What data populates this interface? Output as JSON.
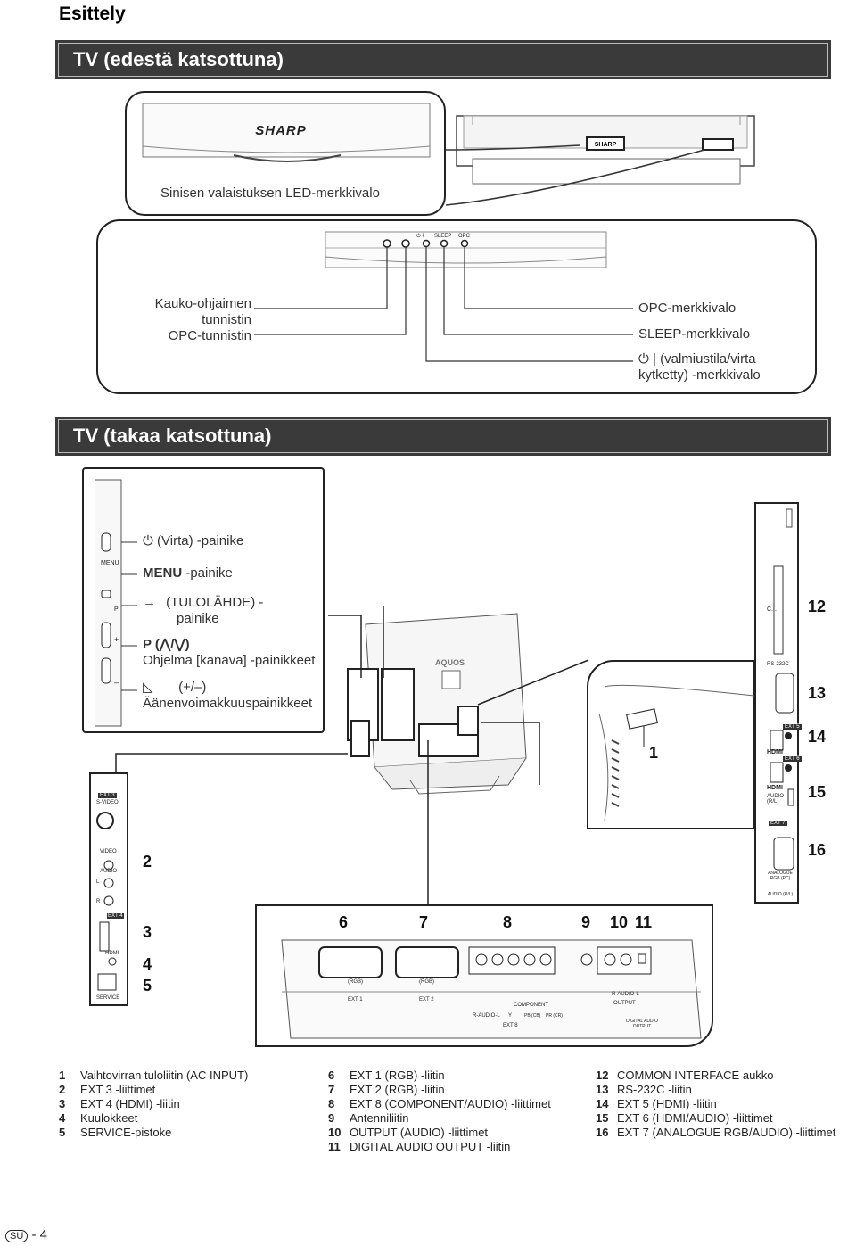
{
  "header": {
    "title": "Esittely"
  },
  "front": {
    "title": "TV (edestä katsottuna)",
    "brand": "SHARP",
    "led_label": "Sinisen valaistuksen LED-merkkivalo",
    "panel_labels": {
      "power": "⏻ I",
      "sleep": "SLEEP",
      "opc": "OPC"
    },
    "left_labels": [
      "Kauko-ohjaimen",
      "tunnistin",
      "OPC-tunnistin"
    ],
    "right_labels": [
      "OPC-merkkivalo",
      "SLEEP-merkkivalo",
      "(valmiustila/virta",
      "kytketty) -merkkivalo"
    ]
  },
  "rear": {
    "title": "TV (takaa katsottuna)",
    "side_button_labels": [
      "MENU",
      "P",
      "+",
      "–"
    ],
    "controls": {
      "power": "(Virta) -painike",
      "menu_bold": "MENU",
      "menu": " -painike",
      "input_1": "(TULOLÄHDE) -",
      "input_2": "painike",
      "p_1": "P (⋀/⋁)",
      "p_2": "Ohjelma [kanava] -painikkeet",
      "vol_1": "(+/–)",
      "vol_2": "Äänenvoimakkuuspainikkeet"
    },
    "tv_logo": "AQUOS",
    "left_panel_labels": [
      "EXT 3",
      "S-VIDEO",
      "VIDEO",
      "AUDIO",
      "L",
      "R",
      "EXT 4",
      "HDMI",
      "SERVICE"
    ],
    "right_panel_labels": [
      "C.I.",
      "RS-232C",
      "EXT 5",
      "HDMI",
      "EXT 6",
      "HDMI",
      "AUDIO (R/L)",
      "EXT 7",
      "ANALOGUE RGB (PC)",
      "AUDIO (R/L)"
    ],
    "bottom_panel_labels": [
      "(RGB)",
      "(RGB)",
      "EXT 1",
      "EXT 2",
      "COMPONENT",
      "R-AUDIO-L",
      "Y",
      "PB (CB)",
      "PR (CR)",
      "EXT 8",
      "R-AUDIO-L",
      "OUTPUT",
      "DIGITAL AUDIO OUTPUT"
    ],
    "callouts": [
      "1",
      "2",
      "3",
      "4",
      "5",
      "6",
      "7",
      "8",
      "9",
      "10",
      "11",
      "12",
      "13",
      "14",
      "15",
      "16"
    ]
  },
  "legend": {
    "col1": [
      {
        "n": "1",
        "t": "Vaihtovirran tuloliitin (AC INPUT)"
      },
      {
        "n": "2",
        "t": "EXT 3 -liittimet"
      },
      {
        "n": "3",
        "t": "EXT 4 (HDMI) -liitin"
      },
      {
        "n": "4",
        "t": "Kuulokkeet"
      },
      {
        "n": "5",
        "t": "SERVICE-pistoke"
      }
    ],
    "col2": [
      {
        "n": "6",
        "t": "EXT 1 (RGB) -liitin"
      },
      {
        "n": "7",
        "t": "EXT 2 (RGB) -liitin"
      },
      {
        "n": "8",
        "t": "EXT 8 (COMPONENT/AUDIO) -liittimet"
      },
      {
        "n": "9",
        "t": "Antenniliitin"
      },
      {
        "n": "10",
        "t": "OUTPUT (AUDIO) -liittimet"
      },
      {
        "n": "11",
        "t": "DIGITAL AUDIO OUTPUT -liitin"
      }
    ],
    "col3": [
      {
        "n": "12",
        "t": "COMMON INTERFACE aukko"
      },
      {
        "n": "13",
        "t": "RS-232C -liitin"
      },
      {
        "n": "14",
        "t": "EXT 5 (HDMI) -liitin"
      },
      {
        "n": "15",
        "t": "EXT 6 (HDMI/AUDIO) -liittimet"
      },
      {
        "n": "16",
        "t": "EXT 7 (ANALOGUE RGB/AUDIO) -liittimet"
      }
    ]
  },
  "footer": {
    "badge": "SU",
    "page": "- 4"
  }
}
